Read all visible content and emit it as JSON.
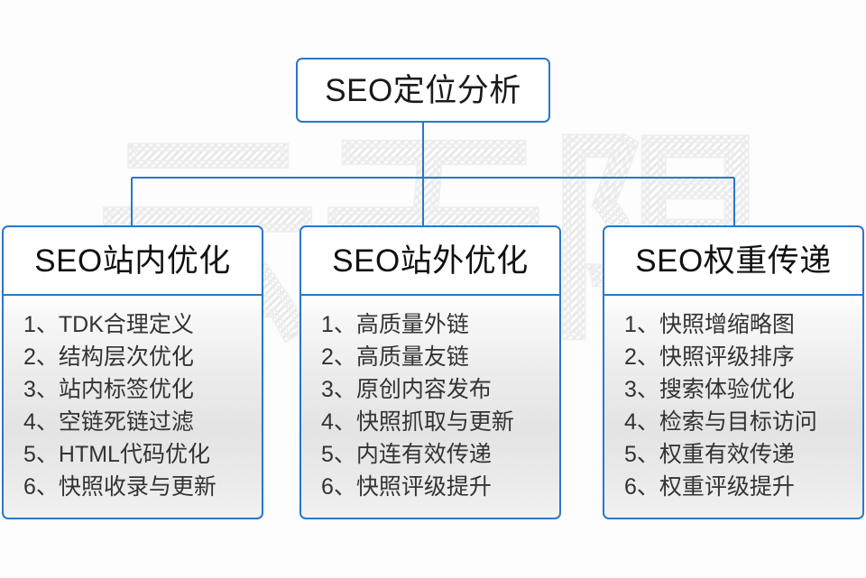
{
  "diagram": {
    "root": {
      "label": "SEO定位分析"
    },
    "accent_color": "#2878c8",
    "branches": [
      {
        "header": "SEO站内优化",
        "items": [
          {
            "index": "1、",
            "text": "TDK合理定义"
          },
          {
            "index": "2、",
            "text": "结构层次优化"
          },
          {
            "index": "3、",
            "text": "站内标签优化"
          },
          {
            "index": "4、",
            "text": "空链死链过滤"
          },
          {
            "index": "5、",
            "text": "HTML代码优化"
          },
          {
            "index": "6、",
            "text": "快照收录与更新"
          }
        ]
      },
      {
        "header": "SEO站外优化",
        "items": [
          {
            "index": "1、",
            "text": "高质量外链"
          },
          {
            "index": "2、",
            "text": "高质量友链"
          },
          {
            "index": "3、",
            "text": "原创内容发布"
          },
          {
            "index": "4、",
            "text": "快照抓取与更新"
          },
          {
            "index": "5、",
            "text": "内连有效传递"
          },
          {
            "index": "6、",
            "text": "快照评级提升"
          }
        ]
      },
      {
        "header": "SEO权重传递",
        "items": [
          {
            "index": "1、",
            "text": "快照增缩略图"
          },
          {
            "index": "2、",
            "text": "快照评级排序"
          },
          {
            "index": "3、",
            "text": "搜索体验优化"
          },
          {
            "index": "4、",
            "text": "检索与目标访问"
          },
          {
            "index": "5、",
            "text": "权重有效传递"
          },
          {
            "index": "6、",
            "text": "权重评级提升"
          }
        ]
      }
    ]
  },
  "watermark": {
    "text": "云无限",
    "color": "#ededed"
  }
}
